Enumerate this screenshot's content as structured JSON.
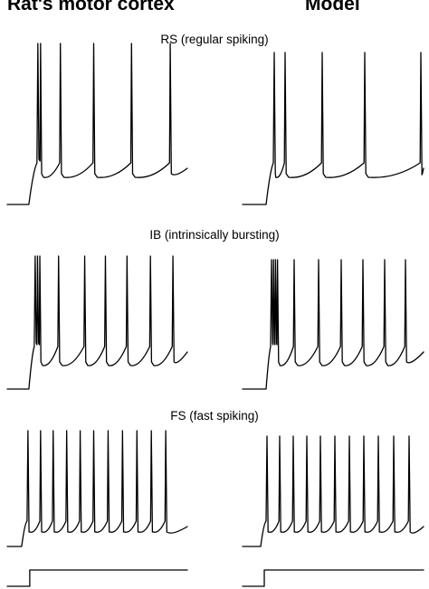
{
  "columns": {
    "left_title": "Rat's motor cortex",
    "right_title": "Model"
  },
  "chart_data": [
    {
      "type": "line",
      "title": "RS (regular spiking)",
      "series": [
        {
          "panel": "left",
          "onset_time": 0.12,
          "spike_times": [
            0.17,
            0.185,
            0.295,
            0.48,
            0.69,
            0.905
          ],
          "end_time": 1.0
        },
        {
          "panel": "right",
          "onset_time": 0.13,
          "spike_times": [
            0.175,
            0.235,
            0.44,
            0.675,
            0.985
          ],
          "end_time": 1.0
        }
      ]
    },
    {
      "type": "line",
      "title": "IB (intrinsically bursting)",
      "series": [
        {
          "panel": "left",
          "onset_time": 0.12,
          "spike_times": [
            0.155,
            0.168,
            0.181,
            0.285,
            0.43,
            0.545,
            0.665,
            0.795,
            0.92
          ],
          "end_time": 1.0
        },
        {
          "panel": "right",
          "onset_time": 0.13,
          "spike_times": [
            0.16,
            0.171,
            0.182,
            0.193,
            0.285,
            0.42,
            0.545,
            0.665,
            0.785,
            0.9
          ],
          "end_time": 1.0
        }
      ]
    },
    {
      "type": "line",
      "title": "FS (fast spiking)",
      "series": [
        {
          "panel": "left",
          "onset_time": 0.08,
          "spike_times": [
            0.115,
            0.185,
            0.255,
            0.33,
            0.405,
            0.48,
            0.56,
            0.64,
            0.72,
            0.8,
            0.88
          ],
          "end_time": 1.0
        },
        {
          "panel": "right",
          "onset_time": 0.1,
          "spike_times": [
            0.135,
            0.205,
            0.28,
            0.355,
            0.43,
            0.51,
            0.59,
            0.67,
            0.75,
            0.835,
            0.92
          ],
          "end_time": 1.0
        }
      ]
    },
    {
      "type": "line",
      "title": "",
      "series": [
        {
          "panel": "left",
          "step_time": 0.125,
          "end_time": 1.0
        },
        {
          "panel": "right",
          "step_time": 0.12,
          "end_time": 1.0
        }
      ]
    }
  ]
}
